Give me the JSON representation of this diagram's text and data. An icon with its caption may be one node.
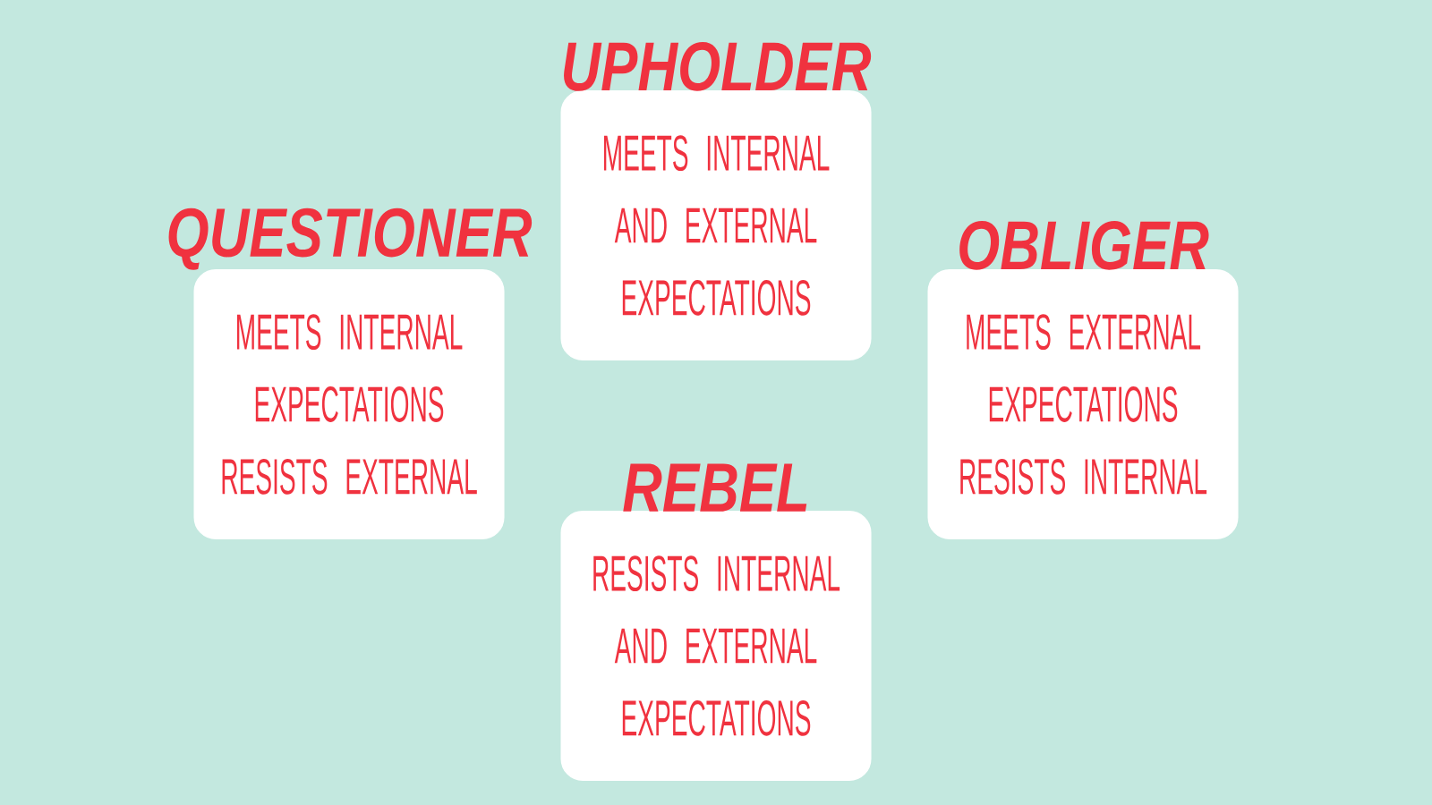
{
  "diagram": {
    "nodes": [
      {
        "text": [
          "UPHOLDER",
          "MEETS INTERNAL AND EXTERNAL EXPECTATIONS"
        ]
      },
      {
        "text": [
          "QUESTIONER",
          "MEETS INTERNAL EXPECTATIONS RESISTS EXTERNAL"
        ]
      },
      {
        "text": [
          "OBLIGER",
          "MEETS EXTERNAL EXPECTATIONS RESISTS INTERNAL"
        ]
      },
      {
        "text": [
          "REBEL",
          "RESISTS INTERNAL AND EXTERNAL EXPECTATIONS"
        ]
      }
    ]
  }
}
